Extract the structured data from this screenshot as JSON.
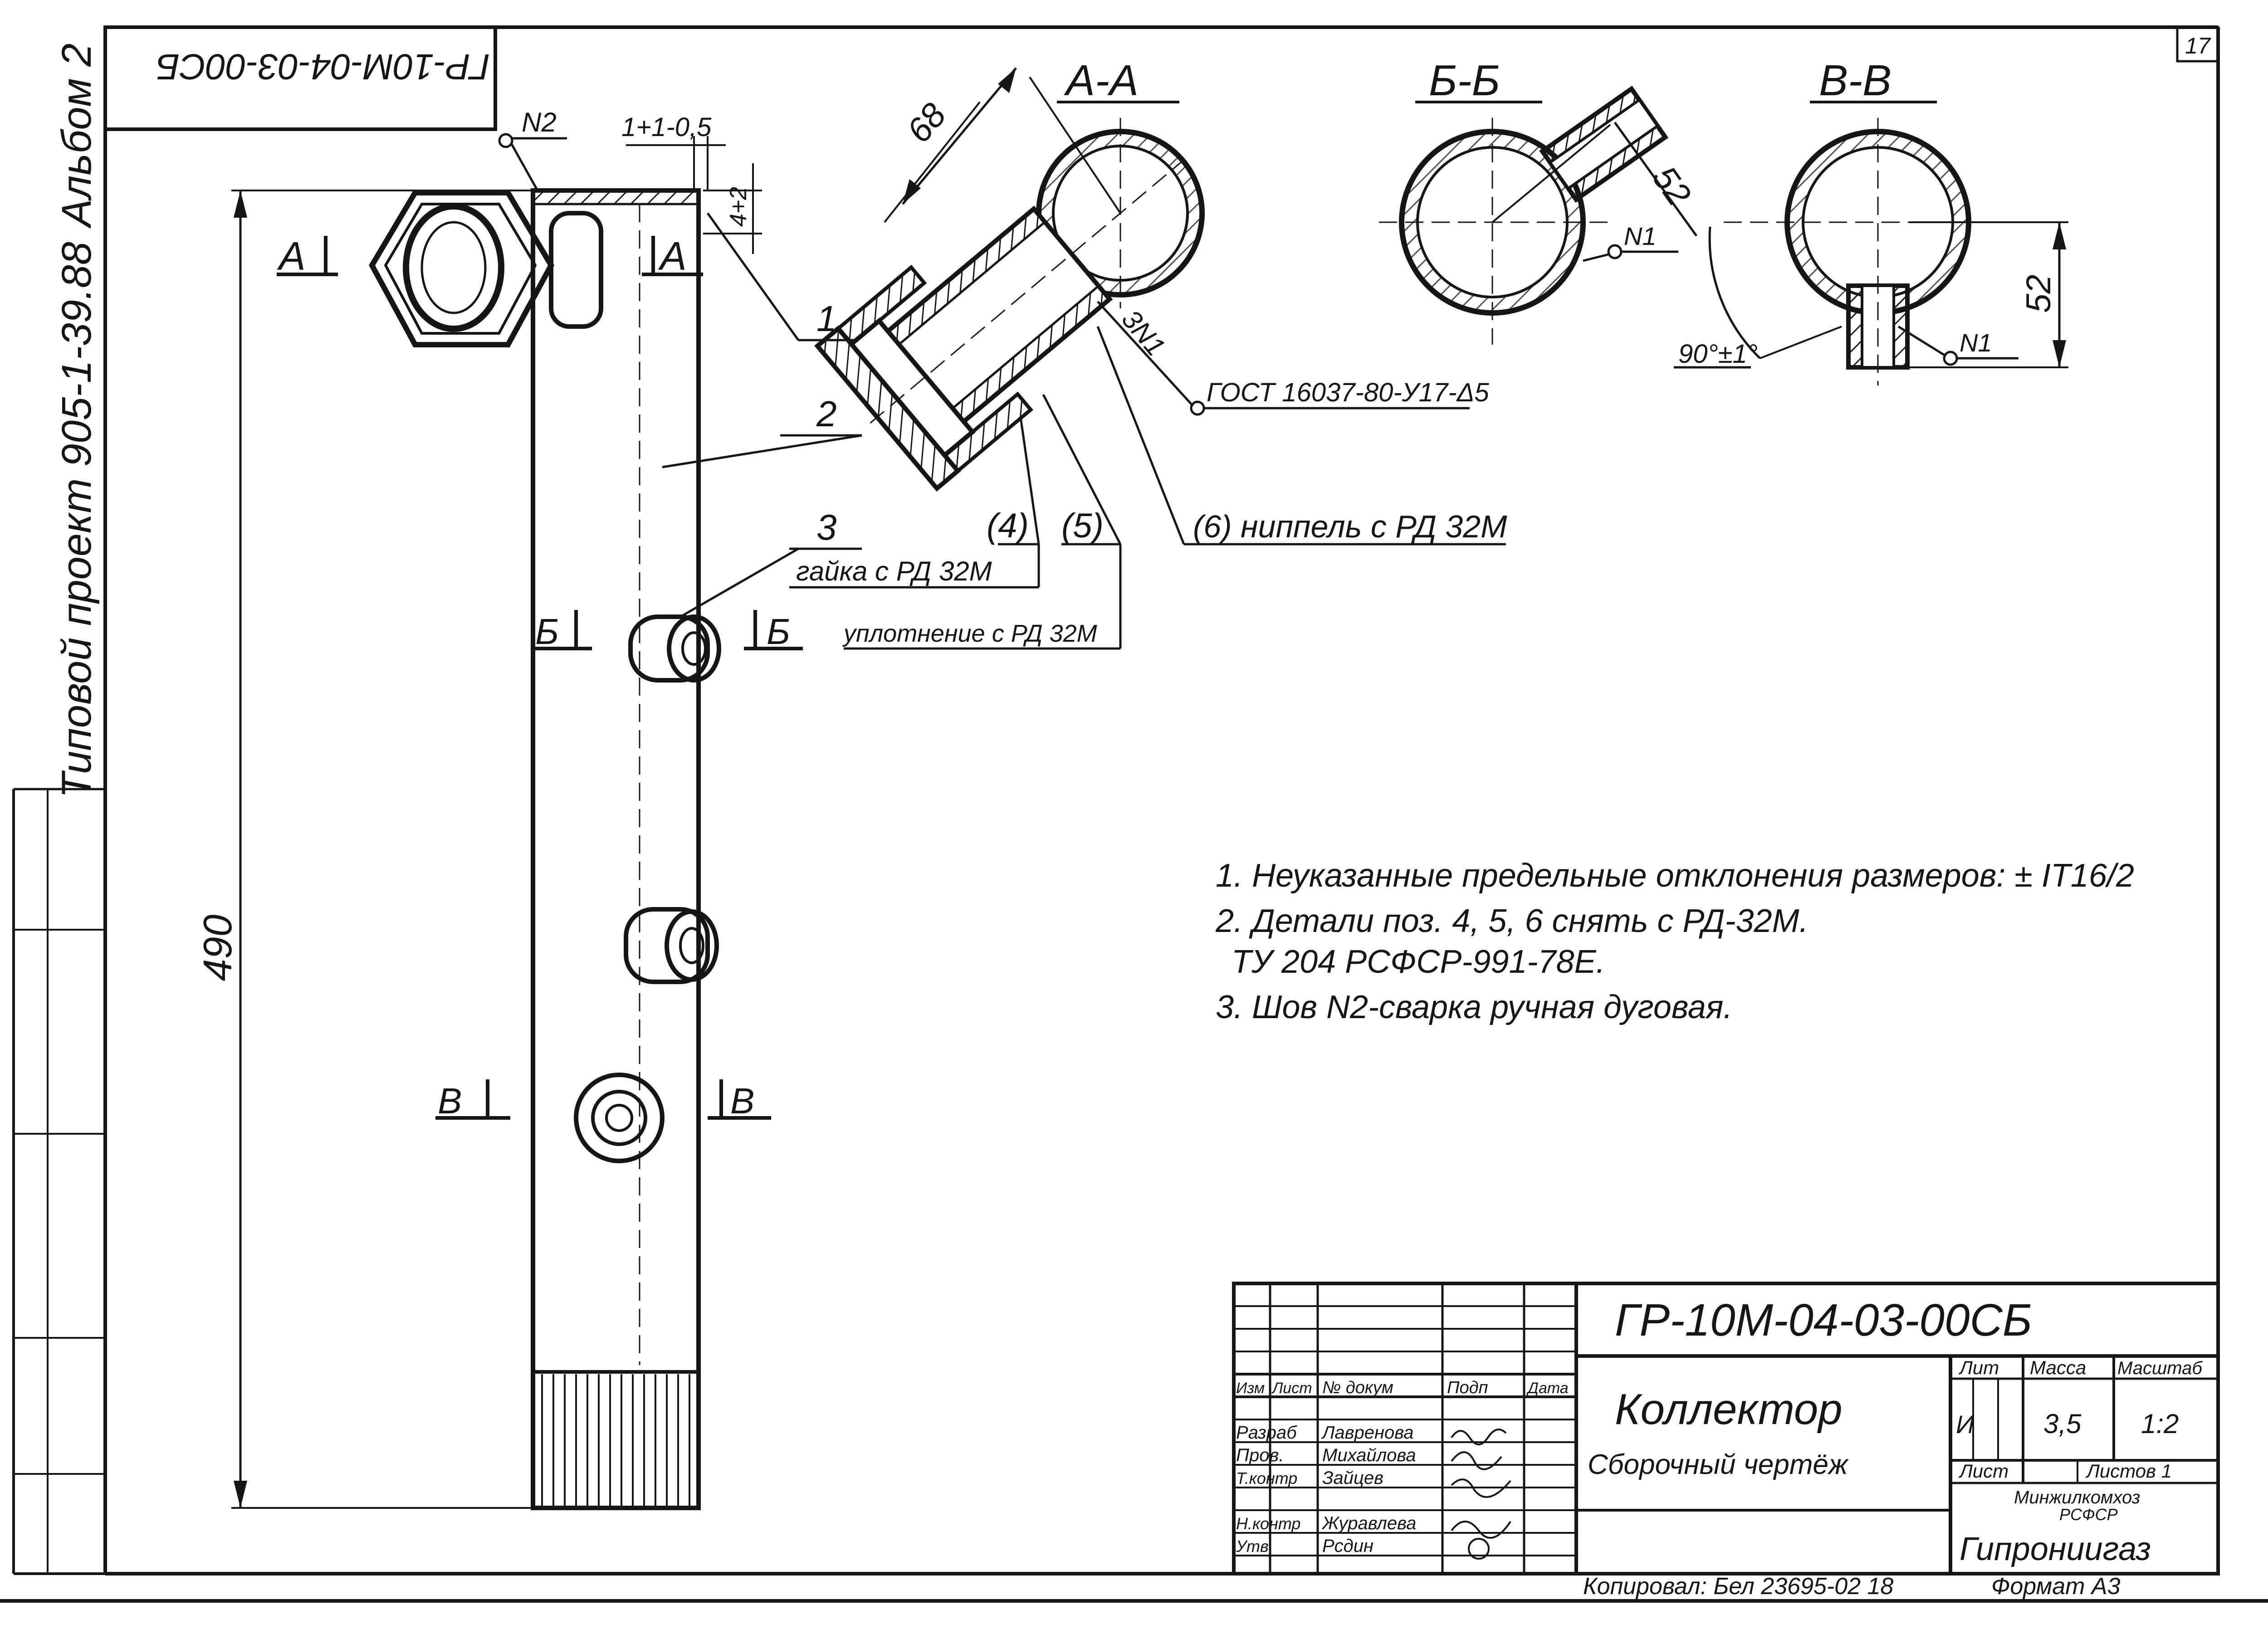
{
  "sheet_number": "17",
  "margin": {
    "album": "Альбом 2",
    "project": "Типовой проект 905-1-39.88"
  },
  "drawing_code_rotated": "ГР-10М-04-03-00СБ",
  "dimensions": {
    "length": "490",
    "gap": "1+1-0,5",
    "thread": "4+2",
    "aa_length": "68",
    "bb_length": "52",
    "vv_length": "52",
    "vv_angle": "90°±1°"
  },
  "weld_marks": {
    "n2": "N2",
    "n1_bb": "N1",
    "n1_vv": "N1",
    "n1_aa": "3N1"
  },
  "section_marks": {
    "a_left": "А",
    "a_right": "А",
    "b_left": "Б",
    "b_right": "Б",
    "v_left": "В",
    "v_right": "В"
  },
  "section_titles": {
    "aa": "А-А",
    "bb": "Б-Б",
    "vv": "В-В"
  },
  "positions": {
    "p1": "1",
    "p2": "2",
    "p3": "3",
    "p4": "(4)",
    "p5": "(5)",
    "p6": "(6) ниппель с РД 32М",
    "nut": "гайка с РД 32М",
    "seal": "уплотнение с РД 32М",
    "gost": "ГОСТ 16037-80-У17-Δ5"
  },
  "notes": [
    "1. Неуказанные предельные отклонения размеров: ± IT16/2",
    "2. Детали поз. 4, 5, 6 снять с РД-32М.",
    "ТУ 204 РСФСР-991-78Е.",
    "3. Шов N2-сварка ручная дуговая."
  ],
  "title_block": {
    "code": "ГР-10М-04-03-00СБ",
    "name": "Коллектор",
    "doc_type": "Сборочный чертёж",
    "headers": [
      "Изм",
      "Лист",
      "№ докум",
      "Подп",
      "Дата"
    ],
    "rows": [
      {
        "role": "Разраб",
        "name": "Лавренова"
      },
      {
        "role": "Пров.",
        "name": "Михайлова"
      },
      {
        "role": "Т.контр",
        "name": "Зайцев"
      },
      {
        "role": "Н.контр",
        "name": "Журавлева"
      },
      {
        "role": "Утв",
        "name": "Рсдин"
      }
    ],
    "lit_label": "Лит",
    "mass_label": "Масса",
    "scale_label": "Масштаб",
    "lit_value": "И",
    "mass_value": "3,5",
    "scale_value": "1:2",
    "sheet_label": "Лист",
    "sheets_label": "Листов 1",
    "org_line1": "Минжилкомхоз",
    "org_line2": "РСФСР",
    "org_name": "Гипрониигаз"
  },
  "footer": {
    "copied": "Копировал: Бел 23695-02 18",
    "format": "Формат А3"
  }
}
